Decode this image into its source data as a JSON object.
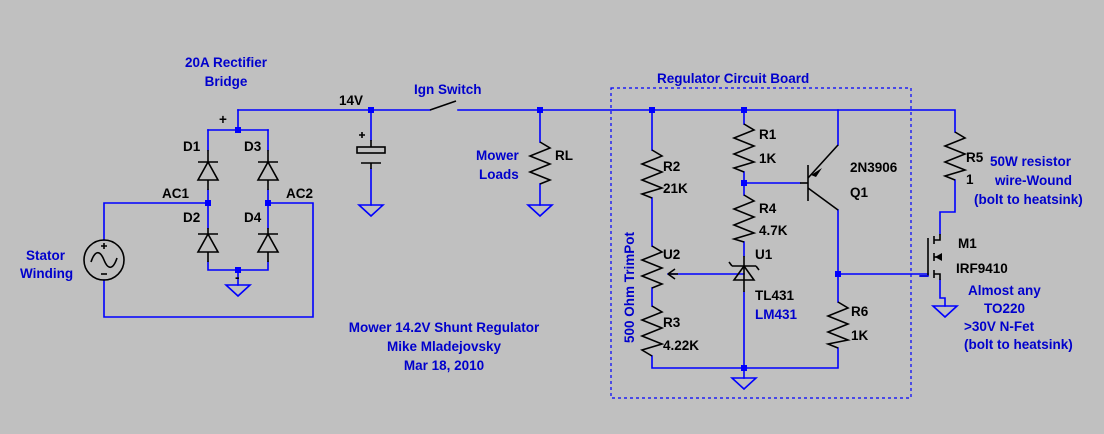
{
  "colors": {
    "background": "#c0c0c0",
    "wire": "#0000ff",
    "component": "#000000",
    "note": "#0000cc"
  },
  "labels": {
    "bridge_title_1": "20A Rectifier",
    "bridge_title_2": "Bridge",
    "plus": "+",
    "minus": "-",
    "d1": "D1",
    "d2": "D2",
    "d3": "D3",
    "d4": "D4",
    "ac1": "AC1",
    "ac2": "AC2",
    "stator_1": "Stator",
    "stator_2": "Winding",
    "v14": "14V",
    "ign": "Ign Switch",
    "board": "Regulator Circuit Board",
    "mower_1": "Mower",
    "mower_2": "Loads",
    "rl": "RL",
    "r1": "R1",
    "r1v": "1K",
    "r2": "R2",
    "r2v": "21K",
    "r3": "R3",
    "r3v": "4.22K",
    "r4": "R4",
    "r4v": "4.7K",
    "r5": "R5",
    "r5v": "1",
    "r6": "R6",
    "r6v": "1K",
    "u1": "U1",
    "tl431": "TL431",
    "lm431": "LM431",
    "u2": "U2",
    "trimpot": "500 Ohm TrimPot",
    "q1type": "2N3906",
    "q1": "Q1",
    "m1": "M1",
    "m1type": "IRF9410",
    "r5note_1": "50W resistor",
    "r5note_2": "wire-Wound",
    "r5note_3": "(bolt to heatsink)",
    "fetnote_1": "Almost any",
    "fetnote_2": "TO220",
    "fetnote_3": ">30V N-Fet",
    "fetnote_4": "(bolt to heatsink)",
    "title_1": "Mower 14.2V Shunt Regulator",
    "title_2": "Mike Mladejovsky",
    "title_3": "Mar 18, 2010"
  }
}
